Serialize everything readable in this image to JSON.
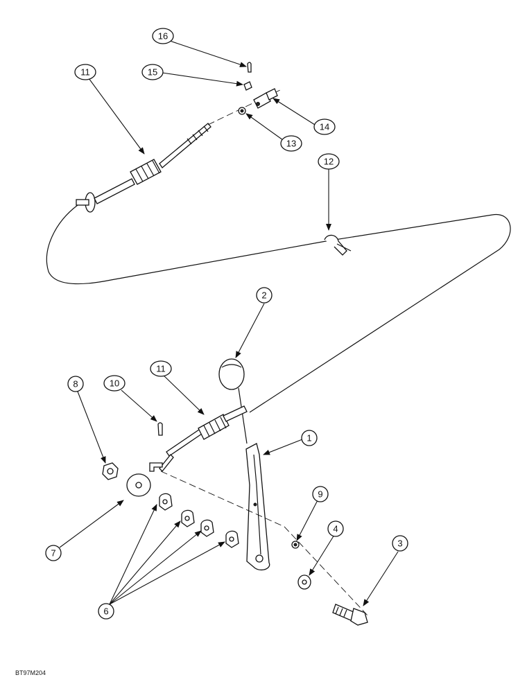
{
  "reference_code": "BT97M204",
  "callouts": [
    "1",
    "2",
    "3",
    "4",
    "6",
    "7",
    "8",
    "9",
    "10",
    "11",
    "11",
    "12",
    "13",
    "14",
    "15",
    "16"
  ],
  "colors": {
    "line": "#111111",
    "background": "#ffffff"
  }
}
